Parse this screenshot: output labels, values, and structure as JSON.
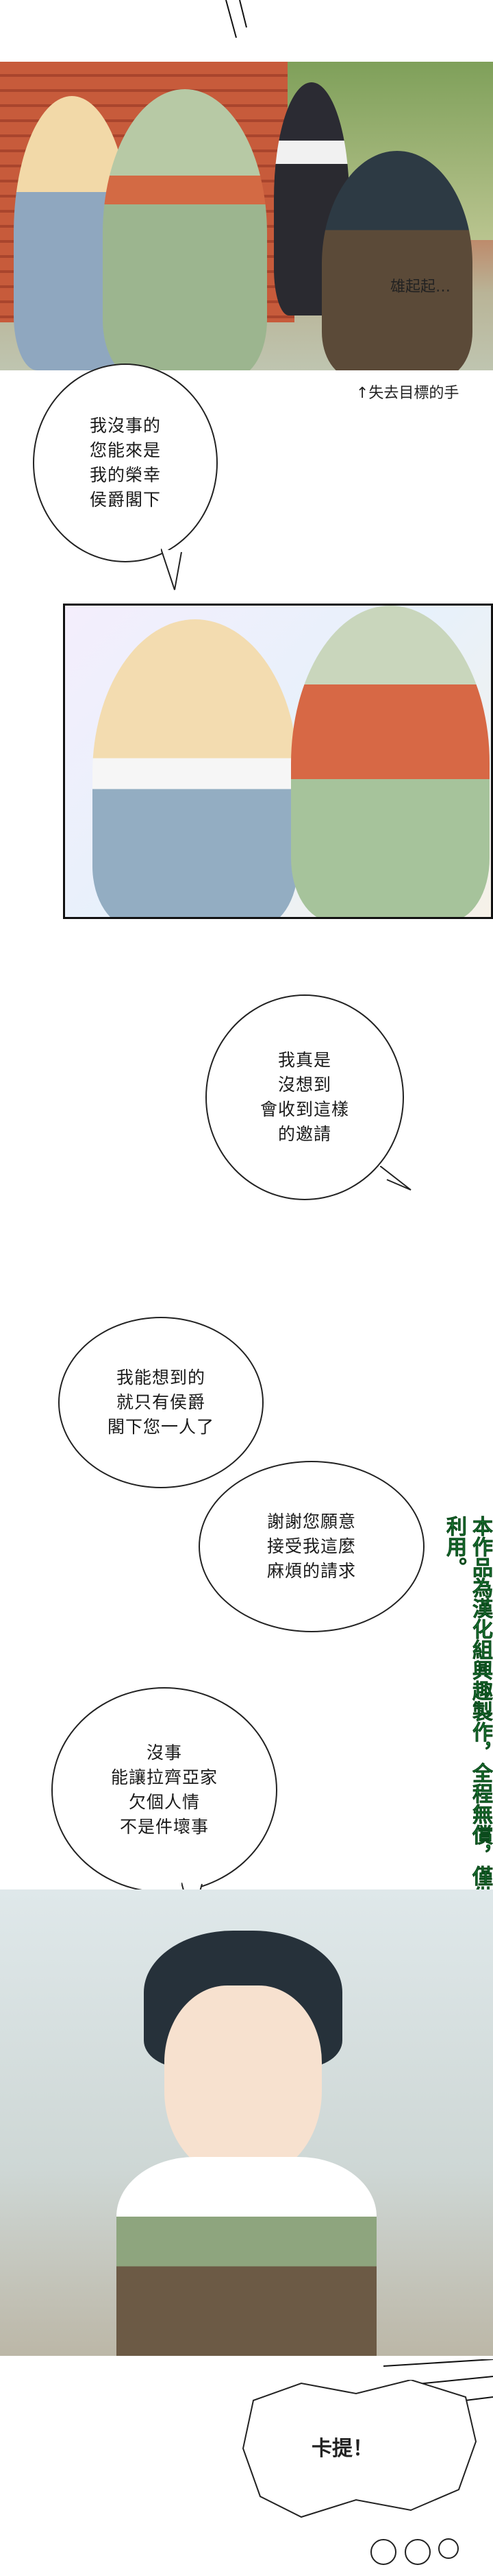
{
  "top_panel": {
    "sfx": "雄起起…"
  },
  "caption_arrow": "↑失去目標的手",
  "bubbles": {
    "b1": "我沒事的\n您能來是\n我的榮幸\n侯爵閣下",
    "b2": "我真是\n沒想到\n會收到這樣\n的邀請",
    "b3": "我能想到的\n就只有侯爵\n閣下您一人了",
    "b4": "謝謝您願意\n接受我這麼\n麻煩的請求",
    "b5": "沒事\n能讓拉齊亞家\n欠個人情\n不是件壞事",
    "b6": "卡提！"
  },
  "watermark": "本作品為漢化組興趣製作，全程無償，僅供交流學習用，請勿做商業利用。",
  "colors": {
    "watermark": "#1f8a3a",
    "bubble_border": "#222222"
  }
}
